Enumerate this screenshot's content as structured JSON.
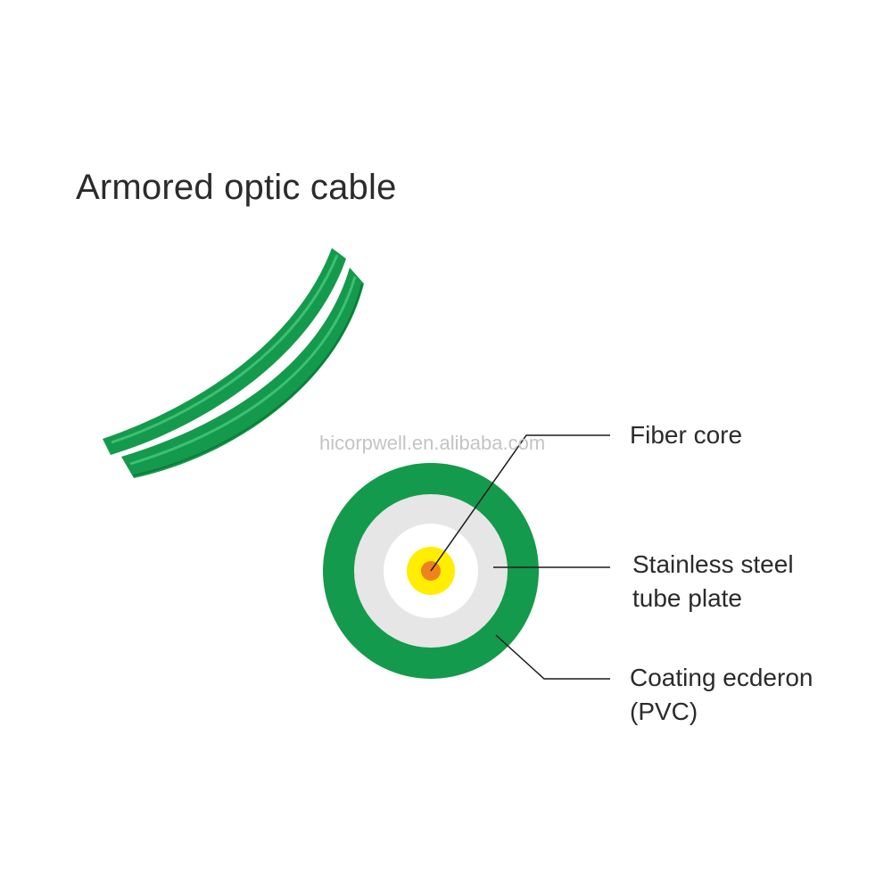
{
  "title": "Armored optic cable",
  "watermark": "hicorpwell.en.alibaba.com",
  "colors": {
    "jacket": "#149a4c",
    "jacket_dark": "#0e7a3a",
    "jacket_light": "#3fbf73",
    "steel_tube": "#e6e6e6",
    "fill": "#ffffff",
    "buffer": "#ffee00",
    "core": "#f0821e",
    "leader": "#1a1a1a"
  },
  "callouts": {
    "fiber_core": {
      "line1": "Fiber core"
    },
    "steel_tube": {
      "line1": "Stainless steel",
      "line2": "tube plate"
    },
    "coating": {
      "line1": "Coating ecderon",
      "line2": "(PVC)"
    }
  }
}
